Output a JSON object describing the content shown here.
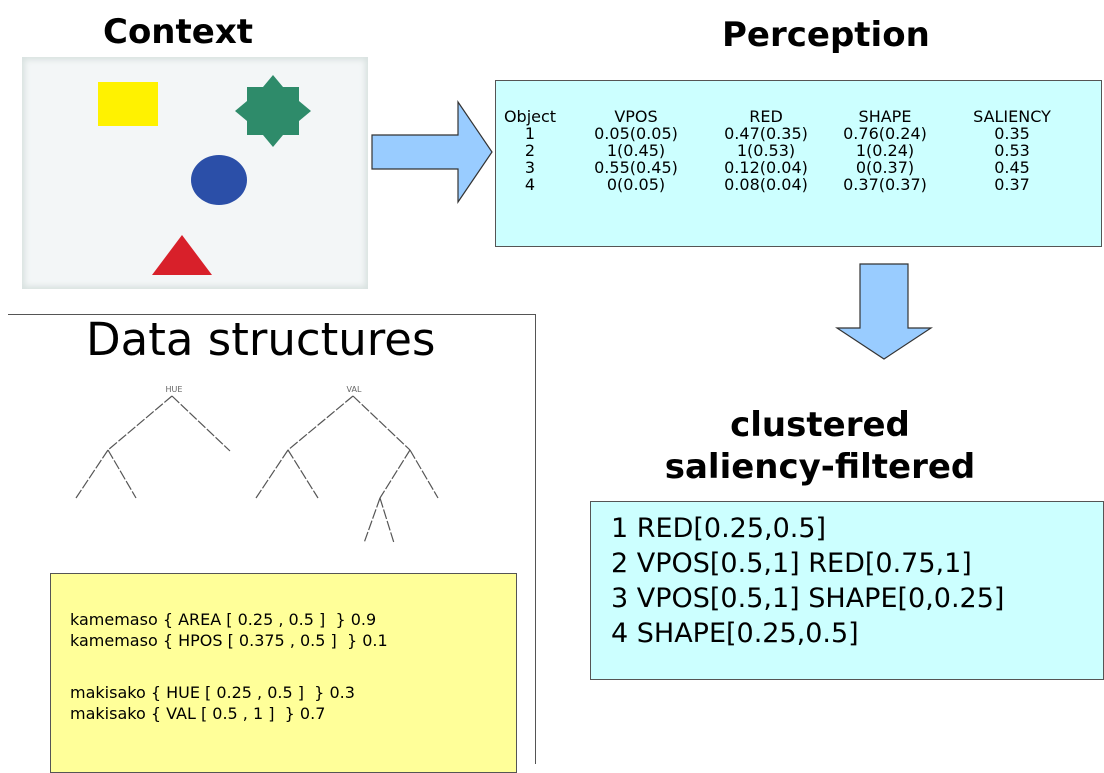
{
  "context": {
    "title": "Context"
  },
  "perception": {
    "title": "Perception",
    "columns": [
      "Object",
      "VPOS",
      "RED",
      "SHAPE",
      "SALIENCY"
    ],
    "rows": [
      [
        "1",
        "0.05(0.05)",
        "0.47(0.35)",
        "0.76(0.24)",
        "0.35"
      ],
      [
        "2",
        "1(0.45)",
        "1(0.53)",
        "1(0.24)",
        "0.53"
      ],
      [
        "3",
        "0.55(0.45)",
        "0.12(0.04)",
        "0(0.37)",
        "0.45"
      ],
      [
        "4",
        "0(0.05)",
        "0.08(0.04)",
        "0.37(0.37)",
        "0.37"
      ]
    ]
  },
  "data_structures": {
    "title": "Data structures",
    "trees": [
      {
        "root_label": "HUE"
      },
      {
        "root_label": "VAL"
      }
    ],
    "rules": [
      "kamemaso { AREA [ 0.25 , 0.5 ]  } 0.9",
      "kamemaso { HPOS [ 0.375 , 0.5 ]  } 0.1",
      "makisako { HUE [ 0.25 , 0.5 ]  } 0.3",
      "makisako { VAL [ 0.5 , 1 ]  } 0.7"
    ]
  },
  "clustered": {
    "title_line1": "clustered",
    "title_line2": "saliency-filtered",
    "items": [
      "1 RED[0.25,0.5]",
      "2 VPOS[0.5,1] RED[0.75,1]",
      "3 VPOS[0.5,1] SHAPE[0,0.25]",
      "4 SHAPE[0.25,0.5]"
    ]
  },
  "colors": {
    "yellow_square": "#fff200",
    "green_star": "#2e8b6a",
    "blue_circle": "#2b4fa8",
    "red_triangle": "#d8202a",
    "cyan_box": "#ccffff",
    "yellow_box": "#ffff99",
    "arrow_fill": "#99ccff"
  }
}
